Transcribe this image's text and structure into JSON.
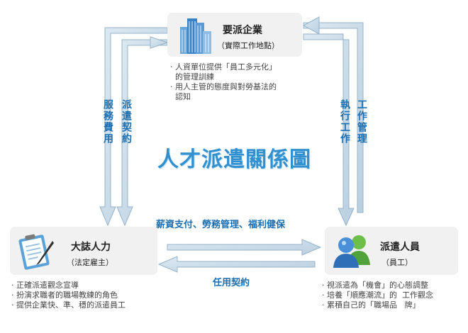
{
  "main_title": "人才派遣關係圖",
  "nodes": {
    "enterprise": {
      "title": "要派企業",
      "subtitle": "（實際工作地點）",
      "notes": [
        "‧ 人資單位提供「員工多元化」",
        "  的管理訓練",
        "‧ 用人主管的態度與對勞基法的",
        "  認知"
      ]
    },
    "agency": {
      "title": "大誌人力",
      "subtitle": "（法定雇主）",
      "notes": [
        "‧ 正確派遣觀念宣導",
        "‧ 扮演求職者的職場教練的角色",
        "‧ 提供企業快、準、穩的派遣員工"
      ]
    },
    "worker": {
      "title": "派遣人員",
      "subtitle": "（員工）",
      "notes": [
        "‧ 視派遣為「機會」的心態調整",
        "‧ 培養「順應潮流」的  工作觀念",
        "‧ 累積自己的「職場品   牌」"
      ]
    }
  },
  "arrow_labels": {
    "service_fee": "服務費用",
    "dispatch_contract": "派遣契約",
    "execute_work": "執行工作",
    "work_management": "工作管理",
    "salary": "薪資支付、勞務管理、福利健保",
    "employment_contract": "任用契約"
  },
  "colors": {
    "arrow_fill": "#c9dbe8",
    "arrow_stroke": "#9bb7cc",
    "label": "#1b6fb0",
    "title": "#3390cf"
  }
}
